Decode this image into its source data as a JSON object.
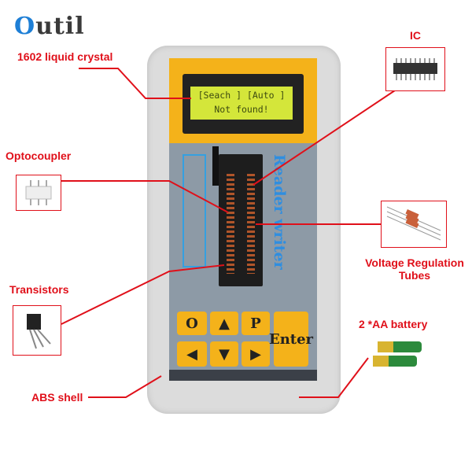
{
  "brand": {
    "logo_first": "O",
    "logo_rest": "util"
  },
  "lcd": {
    "line1": "[Seach ] [Auto ]",
    "line2": "Not found!"
  },
  "device": {
    "print": "Reader writer",
    "keys": [
      "O",
      "▲",
      "P",
      "◀",
      "▼",
      "▶"
    ],
    "enter": "Enter"
  },
  "labels": {
    "lcd": "1602 liquid crystal",
    "ic": "IC",
    "optocoupler": "Optocoupler",
    "voltage_line1": "Voltage Regulation",
    "voltage_line2": "Tubes",
    "transistors": "Transistors",
    "battery": "2 *AA battery",
    "shell": "ABS shell"
  },
  "colors": {
    "callout": "#e0101a",
    "shell": "#dcdcdc",
    "accent": "#f4b21a",
    "panel": "#8d9aa6"
  }
}
